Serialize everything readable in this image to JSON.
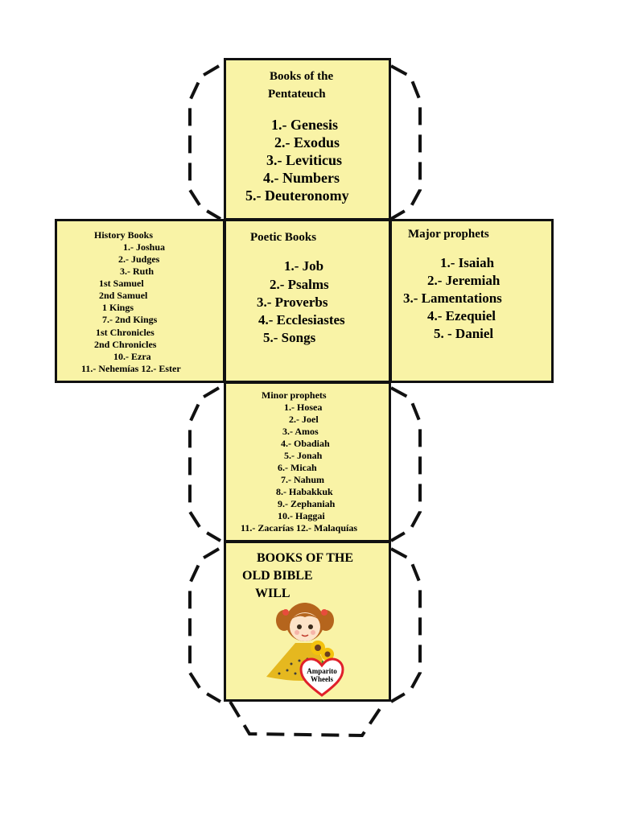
{
  "top": {
    "title": [
      "Books  of  the",
      "Pentateuch"
    ],
    "items": [
      "1.- Genesis",
      "2.- Exodus",
      "3.-  Leviticus",
      "4.- Numbers",
      "5.- Deuteronomy"
    ]
  },
  "history": {
    "title": "History  Books",
    "items": [
      "1.- Joshua",
      "2.- Judges",
      "3.-  Ruth",
      "1st Samuel",
      "2nd Samuel",
      "1 Kings",
      "7.- 2nd Kings",
      "1st Chronicles",
      "2nd Chronicles",
      "10.- Ezra",
      "11.- Nehemías 12.- Ester"
    ]
  },
  "poetic": {
    "title": "Poetic  Books",
    "items": [
      "1.- Job",
      "2.- Psalms",
      "3.- Proverbs",
      "4.- Ecclesiastes",
      "5.- Songs"
    ]
  },
  "major": {
    "title": "Major prophets",
    "items": [
      "1.- Isaiah",
      "2.- Jeremiah",
      "3.-  Lamentations",
      "4.- Ezequiel",
      "5. - Daniel"
    ]
  },
  "minor": {
    "title": "Minor prophets",
    "items": [
      "1.- Hosea",
      "2.- Joel",
      "3.-  Amos",
      "4.- Obadiah",
      "5.- Jonah",
      "6.- Micah",
      "7.- Nahum",
      "8.- Habakkuk",
      "9.- Zephaniah",
      "10.- Haggai",
      "11.- Zacarías 12.- Malaquías"
    ]
  },
  "bottom": {
    "title": [
      "BOOKS OF THE",
      "OLD BIBLE",
      "WILL"
    ],
    "logo_text": [
      "Amparito",
      "Wheels"
    ]
  },
  "colors": {
    "face": "#f9f3a6",
    "border": "#111111",
    "heart": "#e0202a"
  }
}
